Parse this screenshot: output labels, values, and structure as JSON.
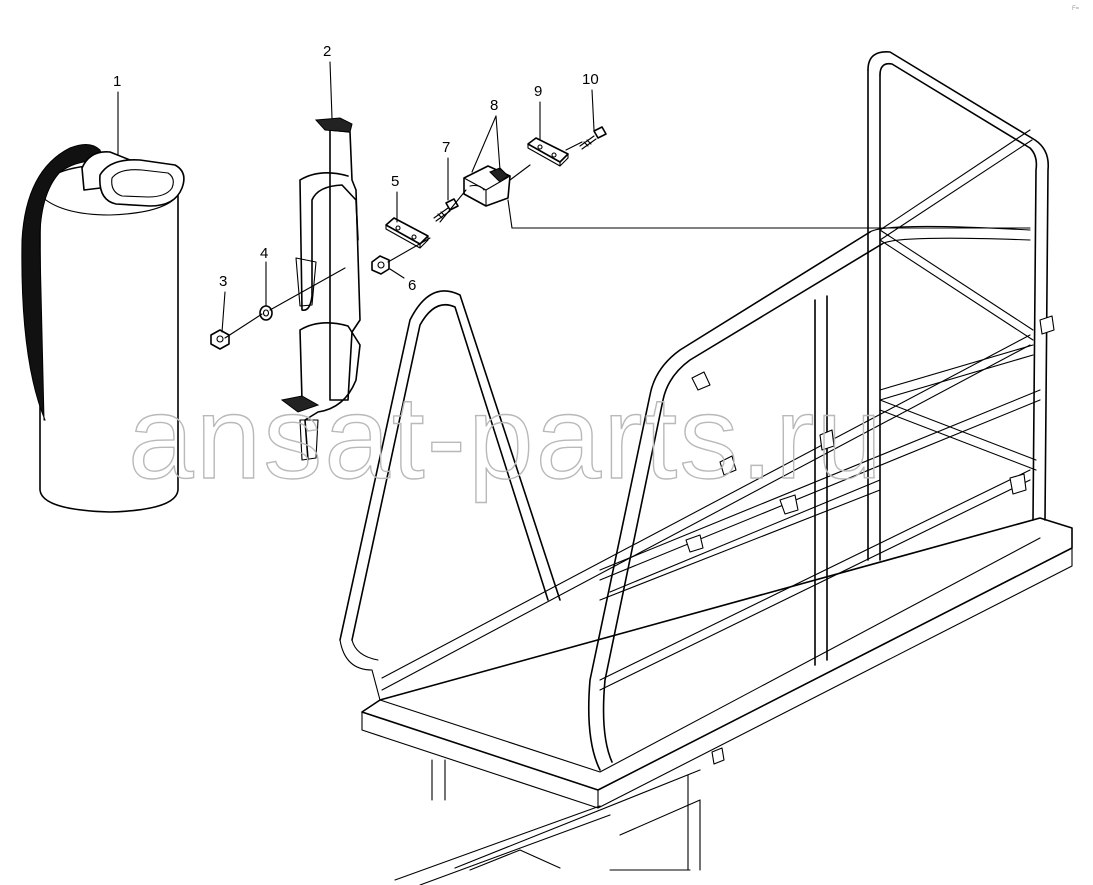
{
  "diagram": {
    "callouts": [
      {
        "id": "1",
        "text": "1"
      },
      {
        "id": "2",
        "text": "2"
      },
      {
        "id": "3",
        "text": "3"
      },
      {
        "id": "4",
        "text": "4"
      },
      {
        "id": "5",
        "text": "5"
      },
      {
        "id": "6",
        "text": "6"
      },
      {
        "id": "7",
        "text": "7"
      },
      {
        "id": "8",
        "text": "8"
      },
      {
        "id": "9",
        "text": "9"
      },
      {
        "id": "10",
        "text": "10"
      }
    ],
    "watermark": "ansat-parts.ru",
    "corner_mark": "F="
  }
}
